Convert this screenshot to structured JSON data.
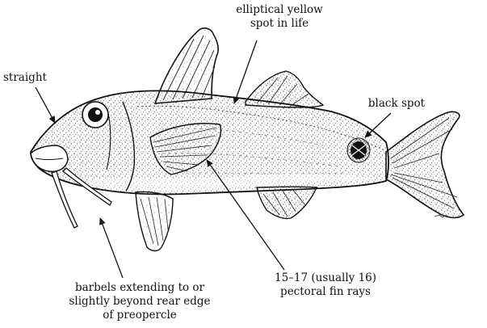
{
  "labels": {
    "yellow_spot": {
      "lines": [
        "elliptical yellow",
        "spot in life"
      ]
    },
    "snout": {
      "lines": [
        "straight"
      ]
    },
    "black_spot": {
      "lines": [
        "black spot"
      ]
    },
    "barbels": {
      "lines": [
        "barbels extending to or",
        "slightly beyond rear edge",
        "of preopercle"
      ]
    },
    "pectoral": {
      "lines": [
        "15–17 (usually 16)",
        "pectoral fin rays"
      ]
    }
  },
  "colors": {
    "ink": "#111111",
    "stipple": "#2a2a2a",
    "background": "#ffffff"
  }
}
